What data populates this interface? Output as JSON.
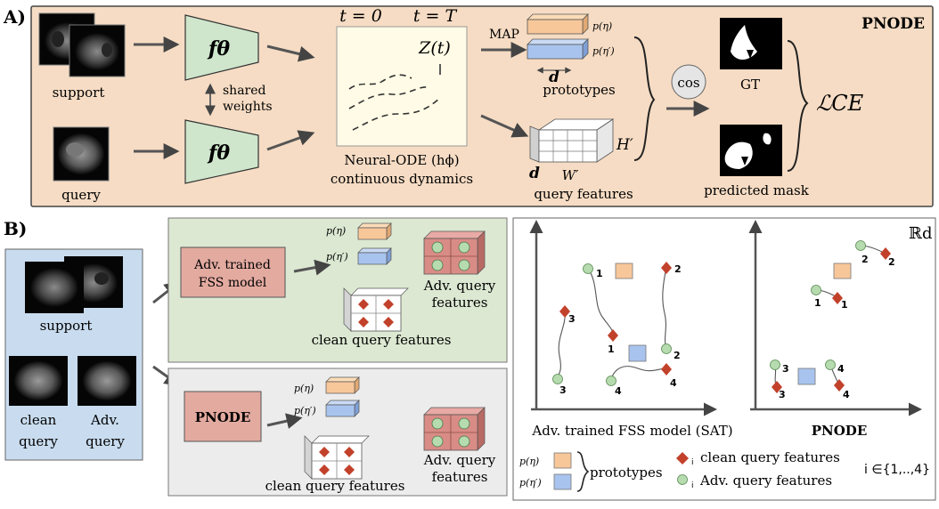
{
  "panel_a": {
    "tag": "A)",
    "title": "PNODE",
    "support_label": "support",
    "query_label": "query",
    "encoder_label": "fθ",
    "shared_weights_line1": "shared",
    "shared_weights_line2": "weights",
    "t_start": "t = 0",
    "t_end": "t = T",
    "zt_label": "Z(t)",
    "ode_line1": "Neural-ODE (hϕ)",
    "ode_line2": "continuous dynamics",
    "map_label": "MAP",
    "p_eta": "p(η)",
    "p_eta_prime": "p(η′)",
    "d_label": "d",
    "prototypes_label": "prototypes",
    "h_prime": "H′",
    "w_prime": "W′",
    "query_features_label": "query features",
    "cos_label": "cos",
    "gt_label": "GT",
    "predicted_mask_label": "predicted mask",
    "loss_label": "ℒCE"
  },
  "panel_b": {
    "tag": "B)",
    "support_label": "support",
    "clean_query_line1": "clean",
    "clean_query_line2": "query",
    "adv_query_line1": "Adv.",
    "adv_query_line2": "query",
    "sat_model_line1": "Adv. trained",
    "sat_model_line2": "FSS model",
    "pnode_label": "PNODE",
    "p_eta": "p(η)",
    "p_eta_prime": "p(η′)",
    "adv_features_line1": "Adv. query",
    "adv_features_line2": "features",
    "clean_features_label": "clean query features",
    "space_label": "ℝd",
    "plot_left_caption": "Adv. trained FSS model (SAT)",
    "plot_right_caption": "PNODE",
    "legend_prototypes": "prototypes",
    "legend_clean": "clean query features",
    "legend_adv": "Adv. query features",
    "legend_index": "i",
    "legend_range": "i ∈{1,..,4}"
  },
  "colors": {
    "panel_a_bg": "#f6dcc4",
    "panel_b_left_bg": "#c9dcef",
    "green_box_bg": "#dce8d2",
    "gray_box_bg": "#ececec",
    "encoder_fill": "#cfe6cc",
    "model_fill": "#e3aaa0",
    "proto_orange": "#f7c79a",
    "proto_blue": "#a8c4ee",
    "diamond_red": "#c2412b",
    "circle_green": "#b5dbae",
    "feature_red": "#d98c86"
  },
  "icons": [
    "arrow-icon",
    "cube-icon",
    "diamond-icon",
    "circle-icon",
    "brace-icon",
    "mri-icon"
  ]
}
